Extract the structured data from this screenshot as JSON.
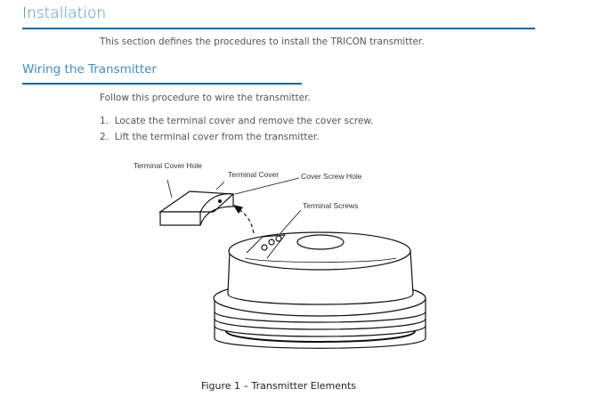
{
  "section": {
    "title": "Installation",
    "intro": "This section defines the procedures to install the TRICON transmitter."
  },
  "subsection": {
    "title": "Wiring the Transmitter",
    "intro": "Follow this procedure to wire the transmitter.",
    "steps": [
      {
        "num": "1.",
        "text": "Locate the terminal cover and remove the cover screw."
      },
      {
        "num": "2.",
        "text": "Lift the terminal cover from the transmitter."
      }
    ]
  },
  "figure": {
    "labels": {
      "cover_hole": "Terminal Cover Hole",
      "cover": "Terminal Cover",
      "screw_hole": "Cover Screw Hole",
      "screws": "Terminal Screws"
    },
    "caption": "Figure 1  –  Transmitter Elements"
  },
  "colors": {
    "heading": "#3f8fc4",
    "rule": "#0a6aa8"
  }
}
